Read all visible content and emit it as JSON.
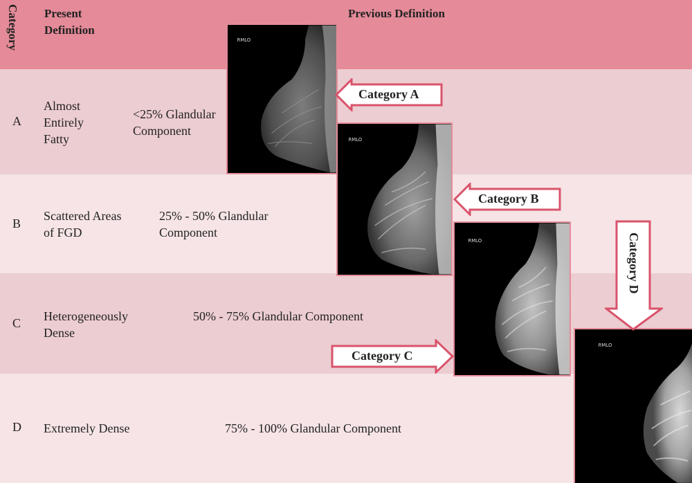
{
  "header": {
    "category": "Category",
    "present": "Present Definition",
    "previous": "Previous Definition"
  },
  "rows": [
    {
      "letter": "A",
      "name": "Almost\nEntirely\nFatty",
      "desc": "<25% Glandular\nComponent"
    },
    {
      "letter": "B",
      "name": "Scattered Areas\nof FGD",
      "desc": "25% - 50% Glandular\nComponent"
    },
    {
      "letter": "C",
      "name": "Heterogeneously\nDense",
      "desc": "50% - 75% Glandular  Component"
    },
    {
      "letter": "D",
      "name": "Extremely  Dense",
      "desc": "75% - 100% Glandular  Component"
    }
  ],
  "callouts": {
    "a": "Category A",
    "b": "Category B",
    "c": "Category C",
    "d": "Category D"
  },
  "image_label": "RMLO",
  "colors": {
    "header": "#e48a98",
    "row_dark": "#eccdd1",
    "row_light": "#f6e4e6",
    "arrow_stroke": "#d9536b"
  }
}
